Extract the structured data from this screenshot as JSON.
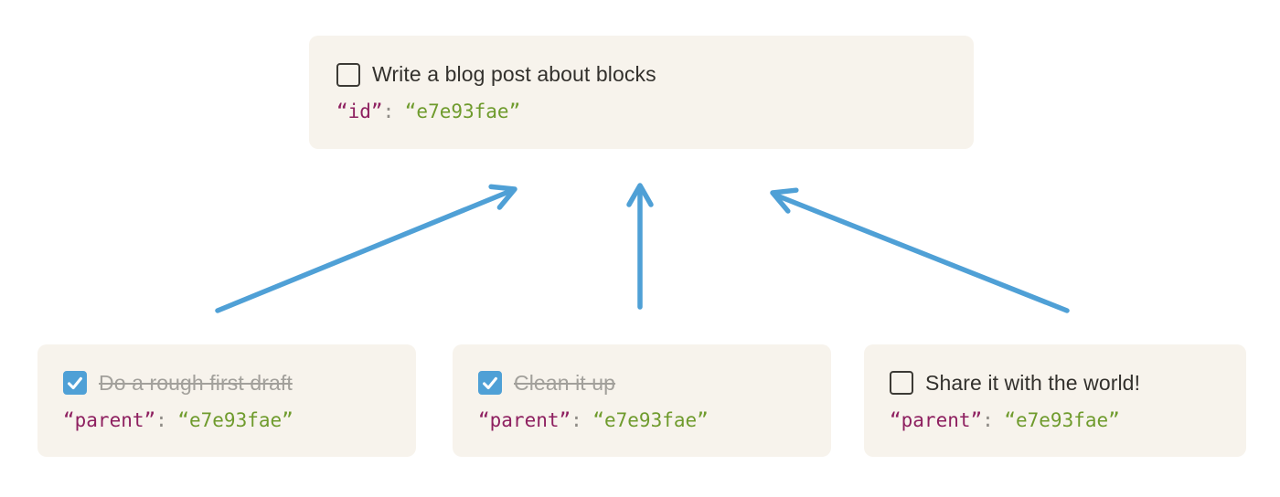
{
  "colors": {
    "card_bg": "#f7f3ec",
    "accent_blue": "#4fa0d6",
    "task_text": "#33312d",
    "done_text": "#a2a09b",
    "checkbox_border": "#3c3a35",
    "code_key": "#8e2060",
    "code_colon": "#8e8b86",
    "code_value": "#6f9b2d"
  },
  "blocks": {
    "parent": {
      "title": "Write a blog post about blocks",
      "checked": false,
      "code": {
        "key": "“id”",
        "colon": ":",
        "value": "“e7e93fae”"
      }
    },
    "child1": {
      "title": "Do a rough first draft",
      "checked": true,
      "code": {
        "key": "“parent”",
        "colon": ":",
        "value": "“e7e93fae”"
      }
    },
    "child2": {
      "title": "Clean it up",
      "checked": true,
      "code": {
        "key": "“parent”",
        "colon": ":",
        "value": "“e7e93fae”"
      }
    },
    "child3": {
      "title": "Share it with the world!",
      "checked": false,
      "code": {
        "key": "“parent”",
        "colon": ":",
        "value": "“e7e93fae”"
      }
    }
  }
}
